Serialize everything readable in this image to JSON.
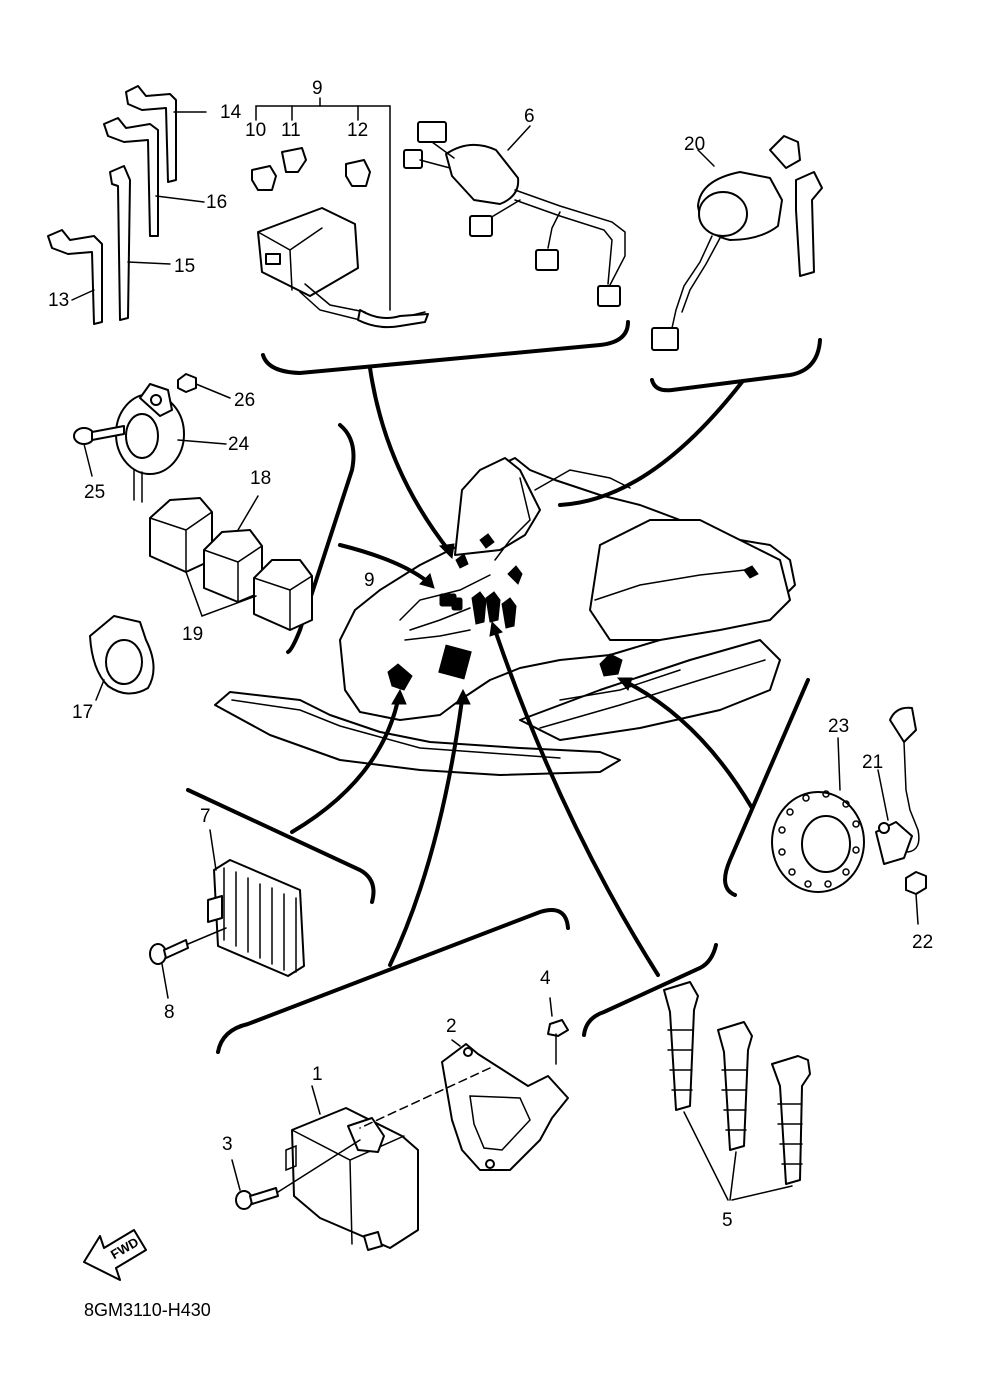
{
  "callouts": [
    {
      "num": "1"
    },
    {
      "num": "2"
    },
    {
      "num": "3"
    },
    {
      "num": "4"
    },
    {
      "num": "5"
    },
    {
      "num": "6"
    },
    {
      "num": "7"
    },
    {
      "num": "8"
    },
    {
      "num": "9"
    },
    {
      "num": "9"
    },
    {
      "num": "10"
    },
    {
      "num": "11"
    },
    {
      "num": "12"
    },
    {
      "num": "13"
    },
    {
      "num": "14"
    },
    {
      "num": "15"
    },
    {
      "num": "16"
    },
    {
      "num": "17"
    },
    {
      "num": "18"
    },
    {
      "num": "19"
    },
    {
      "num": "20"
    },
    {
      "num": "21"
    },
    {
      "num": "22"
    },
    {
      "num": "23"
    },
    {
      "num": "24"
    },
    {
      "num": "25"
    },
    {
      "num": "26"
    }
  ],
  "fwd_label": "FWD",
  "diagram_code": "8GM3110-H430"
}
